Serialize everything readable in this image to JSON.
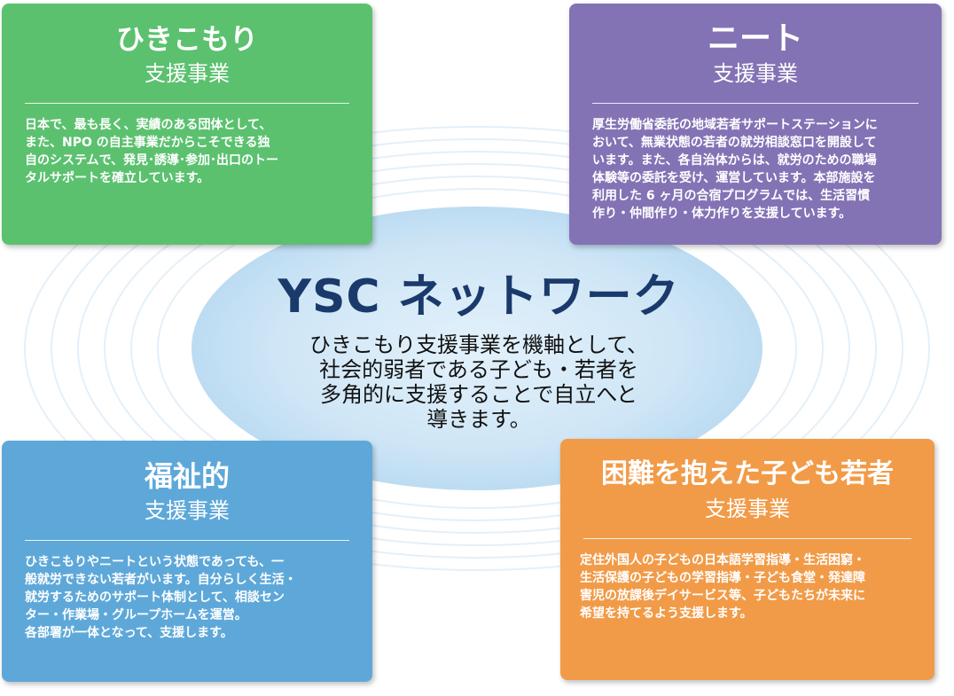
{
  "center": {
    "title": "YSC ネットワーク",
    "description": "ひきこもり支援事業を機軸として、\n社会的弱者である子ども・若者を\n多角的に支援することで自立へと\n導きます。"
  },
  "cards": {
    "hikikomori": {
      "title": "ひきこもり",
      "subtitle": "支援事業",
      "body": "日本で、最も長く、実績のある団体として、\nまた、NPO の自主事業だからこそできる独\n自のシステムで、発見･誘導･参加･出口のトー\nタルサポートを確立しています。",
      "color": "#5bc16f"
    },
    "neet": {
      "title": "ニート",
      "subtitle": "支援事業",
      "body": "厚生労働省委託の地域若者サポートステーションに\nおいて、無業状態の若者の就労相談窓口を開設して\nいます。また、各自治体からは、就労のための職場\n体験等の委託を受け、運営しています。本部施設を\n利用した 6 ヶ月の合宿プログラムでは、生活習慣\n作り・仲間作り・体力作りを支援しています。",
      "color": "#8373b5"
    },
    "fukushi": {
      "title": "福祉的",
      "subtitle": "支援事業",
      "body": "ひきこもりやニートという状態であっても、一\n般就労できない若者がいます。自分らしく生活・\n就労するためのサポート体制として、相談セン\nター・作業場・グループホームを運営。\n各部署が一体となって、支援します。",
      "color": "#5ea8d9"
    },
    "children": {
      "title": "困難を抱えた子ども若者",
      "subtitle": "支援事業",
      "body": "定住外国人の子どもの日本語学習指導・生活困窮・\n生活保護の子どもの学習指導・子ども食堂・発達障\n害児の放課後デイサービス等、子どもたちが未来に\n希望を持てるよう支援します。",
      "color": "#f19b48"
    }
  }
}
